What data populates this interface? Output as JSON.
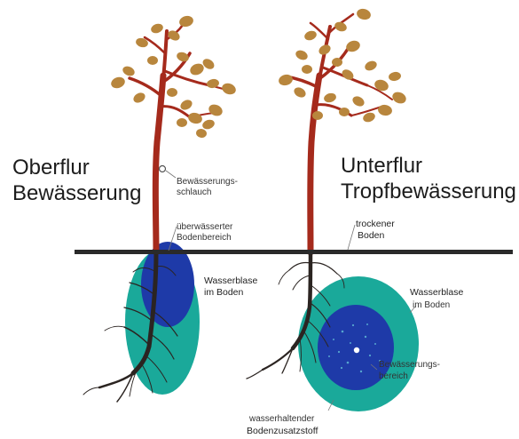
{
  "left": {
    "title_line1": "Oberflur",
    "title_line2": "Bewässerung",
    "hose_label_line1": "Bewässerungs-",
    "hose_label_line2": "schlauch",
    "overwatered_label_line1": "überwässerter",
    "overwatered_label_line2": "Bodenbereich",
    "bubble_label_line1": "Wasserblase",
    "bubble_label_line2": "im Boden"
  },
  "right": {
    "title_line1": "Unterflur",
    "title_line2": "Tropfbewässerung",
    "dry_label_line1": "trockener",
    "dry_label_line2": "Boden",
    "bubble_label_line1": "Wasserblase",
    "bubble_label_line2": "im Boden",
    "irrigation_label_line1": "Bewässerungs-",
    "irrigation_label_line2": "bereich",
    "additive_label_line1": "wasserhaltender",
    "additive_label_line2": "Bodenzusatzstoff"
  },
  "colors": {
    "trunk": "#a52a1c",
    "leaf": "#b8863d",
    "teal": "#1aa99a",
    "blue": "#1e3aa8",
    "ground": "#2a2a2a",
    "roots": "#2b2421"
  }
}
